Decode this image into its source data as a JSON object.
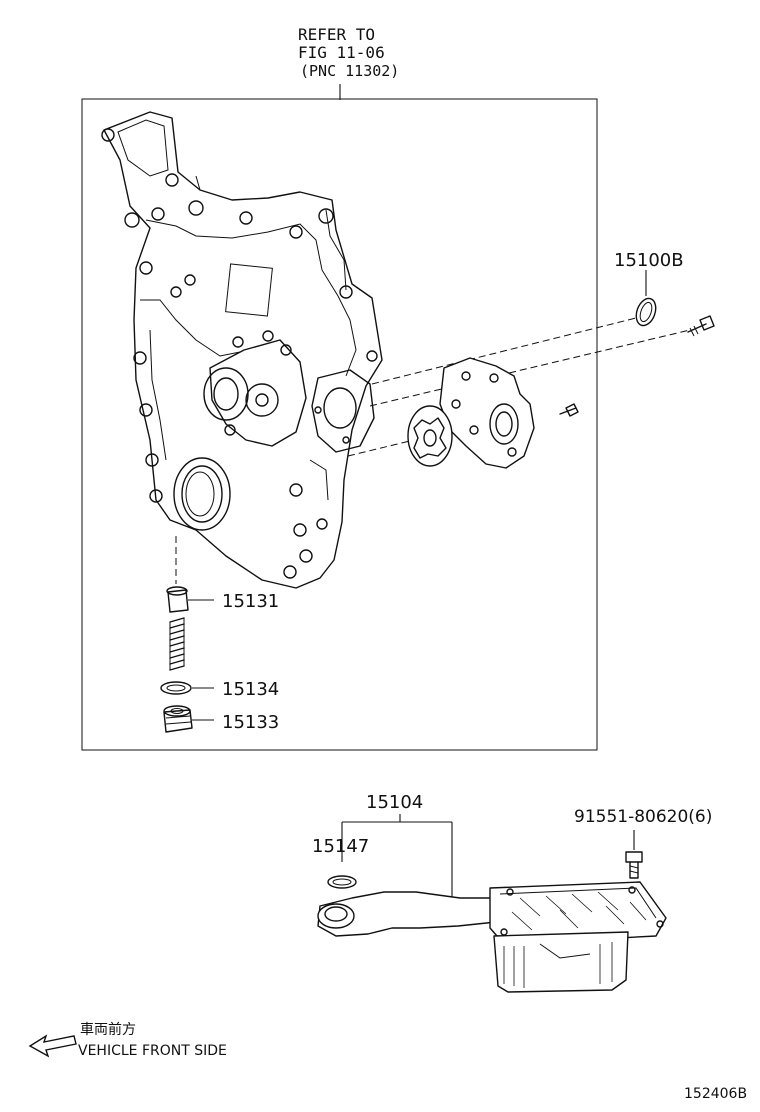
{
  "refer": {
    "line1": "REFER TO",
    "line2": "FIG 11-06",
    "line3": "(PNC 11302)"
  },
  "labels": {
    "oring_top": "15100B",
    "valve": "15131",
    "gasket": "15134",
    "plug": "15133",
    "strainer": "15104",
    "strainer_oring": "15147",
    "bolt": "91551-80620(6)"
  },
  "legend": {
    "japanese": "車両前方",
    "english": "VEHICLE FRONT SIDE"
  },
  "figure_code": "152406B"
}
